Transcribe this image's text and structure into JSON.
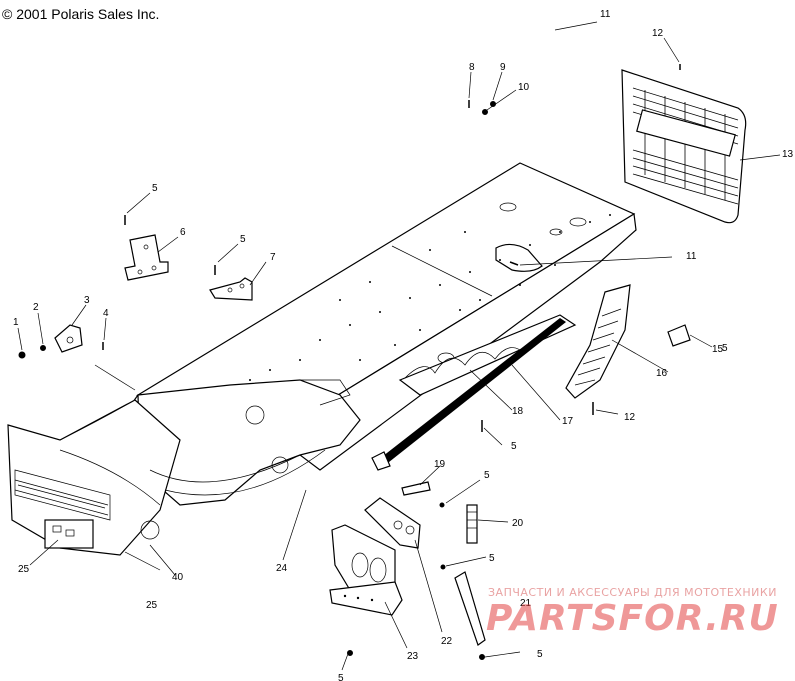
{
  "copyright": "© 2001 Polaris Sales Inc.",
  "callouts": [
    {
      "id": "c1",
      "text": "1"
    },
    {
      "id": "c2",
      "text": "2"
    },
    {
      "id": "c3",
      "text": "3"
    },
    {
      "id": "c4",
      "text": "4"
    },
    {
      "id": "c5a",
      "text": "5"
    },
    {
      "id": "c5b",
      "text": "5"
    },
    {
      "id": "c5c",
      "text": "5"
    },
    {
      "id": "c5d",
      "text": "5"
    },
    {
      "id": "c5e",
      "text": "5"
    },
    {
      "id": "c5f",
      "text": "5"
    },
    {
      "id": "c5g",
      "text": "5"
    },
    {
      "id": "c5h",
      "text": "5"
    },
    {
      "id": "c6",
      "text": "6"
    },
    {
      "id": "c7",
      "text": "7"
    },
    {
      "id": "c8",
      "text": "8"
    },
    {
      "id": "c9",
      "text": "9"
    },
    {
      "id": "c10",
      "text": "10"
    },
    {
      "id": "c11a",
      "text": "11"
    },
    {
      "id": "c11b",
      "text": "11"
    },
    {
      "id": "c12a",
      "text": "12"
    },
    {
      "id": "c12b",
      "text": "12"
    },
    {
      "id": "c13",
      "text": "13"
    },
    {
      "id": "c15",
      "text": "15"
    },
    {
      "id": "c16",
      "text": "16"
    },
    {
      "id": "c17",
      "text": "17"
    },
    {
      "id": "c18",
      "text": "18"
    },
    {
      "id": "c19",
      "text": "19"
    },
    {
      "id": "c20",
      "text": "20"
    },
    {
      "id": "c21",
      "text": "21"
    },
    {
      "id": "c22",
      "text": "22"
    },
    {
      "id": "c23",
      "text": "23"
    },
    {
      "id": "c24",
      "text": "24"
    },
    {
      "id": "c25a",
      "text": "25"
    },
    {
      "id": "c25b",
      "text": "25"
    },
    {
      "id": "c40",
      "text": "40"
    }
  ],
  "watermark": {
    "tagline": "ЗАПЧАСТИ И АКСЕССУАРЫ ДЛЯ МОТОТЕХНИКИ",
    "logo": "PARTSFOR.RU"
  }
}
